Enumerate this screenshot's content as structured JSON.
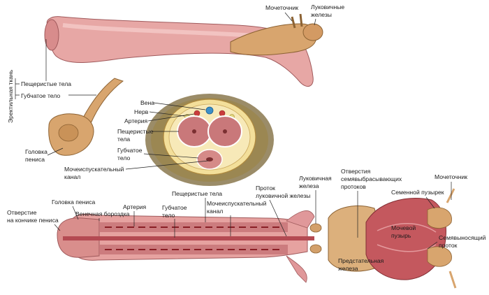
{
  "vertical_label": "Эректильная ткань",
  "top": {
    "urethra_top": "Мочеточник",
    "bulbo_glands_1": "Луковичные",
    "bulbo_glands_2": "железы",
    "cavernous": "Пещеристые тела",
    "spongy": "Губчатое тело",
    "glans_1": "Головка",
    "glans_2": "пениса"
  },
  "cross_section": {
    "vein": "Вена",
    "nerve": "Нерв",
    "artery": "Артерия",
    "cavernous_1": "Пещеристые",
    "cavernous_2": "тела",
    "spongy_1": "Губчатое",
    "spongy_2": "тело",
    "urethra_1": "Мочеиспускательный",
    "urethra_2": "канал"
  },
  "bottom": {
    "opening_1": "Отверстие",
    "opening_2": "на кончике пениса",
    "glans": "Головка пениса",
    "corona": "Венечная бороздка",
    "artery": "Артерия",
    "spongy_1": "Губчатое",
    "spongy_2": "тело",
    "cavernous": "Пещеристые тела",
    "urethra_1": "Мочеиспускательный",
    "urethra_2": "канал",
    "bulb_duct_1": "Проток",
    "bulb_duct_2": "луковичной железы",
    "bulb_gland_1": "Луковичная",
    "bulb_gland_2": "железа",
    "ejac_1": "Отверстия",
    "ejac_2": "семявыбрасывающих",
    "ejac_3": "протоков",
    "seminal_vesicle": "Семенной пузырек",
    "ureter": "Мочеточник",
    "bladder_1": "Мочевой",
    "bladder_2": "пузырь",
    "vas_1": "Семявыносящий",
    "vas_2": "проток",
    "prostate_1": "Предстательная",
    "prostate_2": "железа"
  },
  "colors": {
    "tissue_tan": "#d8a56e",
    "tissue_pink": "#e8a0a0",
    "muscle_red": "#c4585e",
    "cavernous_fill": "#c9787a",
    "hair": "#6b5a2e",
    "fat_yellow": "#f3df9a",
    "vein_blue": "#3c8fc8"
  }
}
